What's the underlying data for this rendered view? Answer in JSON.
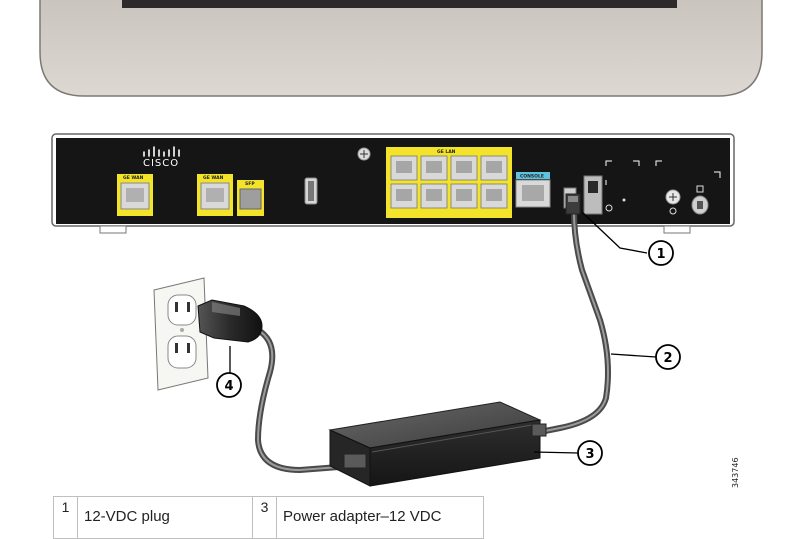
{
  "device": {
    "brand": "CISCO",
    "ports": {
      "ge_wan_left": "GE WAN",
      "ge_wan_right": "GE WAN",
      "sfp": "SFP",
      "ge_lan": "GE LAN",
      "console": "CONSOLE"
    }
  },
  "callouts": [
    "1",
    "2",
    "3",
    "4"
  ],
  "figure_id": "343746",
  "legend": [
    {
      "num": "1",
      "label": "12-VDC plug"
    },
    {
      "num": "3",
      "label": "Power adapter–12 VDC"
    }
  ]
}
